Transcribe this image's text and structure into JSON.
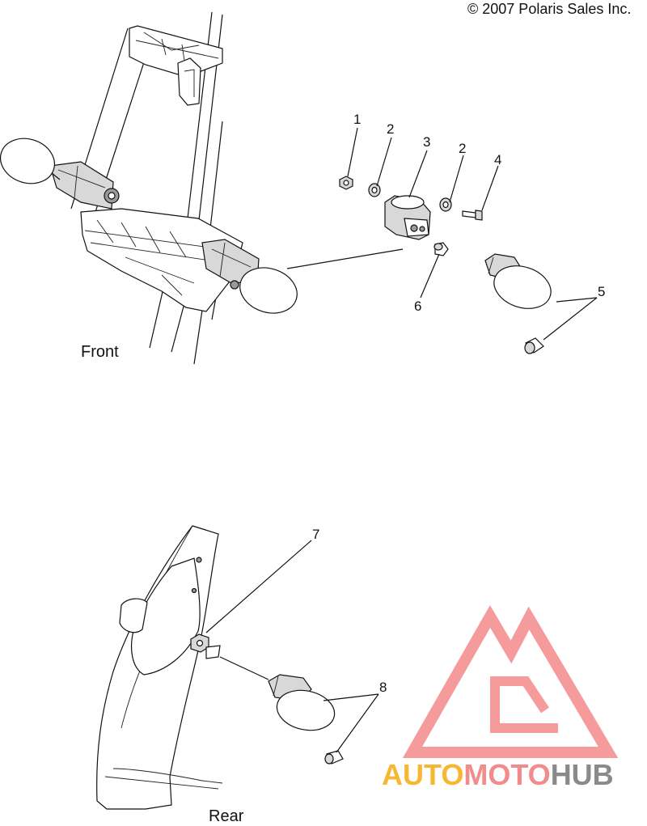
{
  "copyright": "© 2007 Polaris Sales Inc.",
  "labels": {
    "front": "Front",
    "rear": "Rear"
  },
  "callouts": [
    "1",
    "2",
    "3",
    "2",
    "4",
    "5",
    "6",
    "7",
    "8"
  ],
  "watermark": {
    "words": [
      "AUTO",
      "MOTO",
      "HUB"
    ],
    "colors": {
      "auto": "#f7b733",
      "moto": "#f28b8b",
      "hub": "#8a8a8a",
      "logo": "#f58a8a"
    }
  }
}
